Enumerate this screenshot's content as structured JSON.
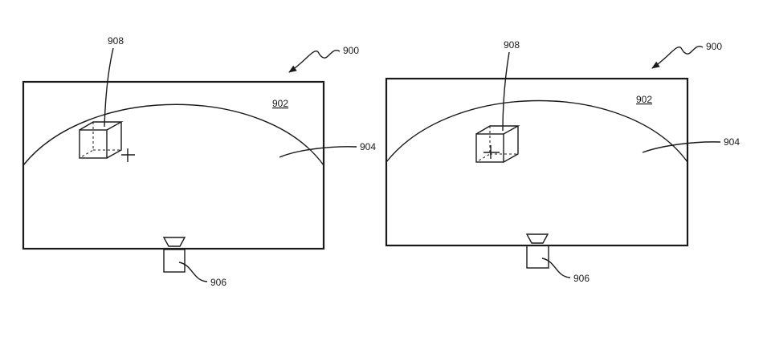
{
  "figures": [
    {
      "id": "left",
      "labels": {
        "system": "900",
        "display": "902",
        "arc": "904",
        "camera": "906",
        "cube": "908"
      }
    },
    {
      "id": "right",
      "labels": {
        "system": "900",
        "display": "902",
        "arc": "904",
        "camera": "906",
        "cube": "908"
      }
    }
  ]
}
